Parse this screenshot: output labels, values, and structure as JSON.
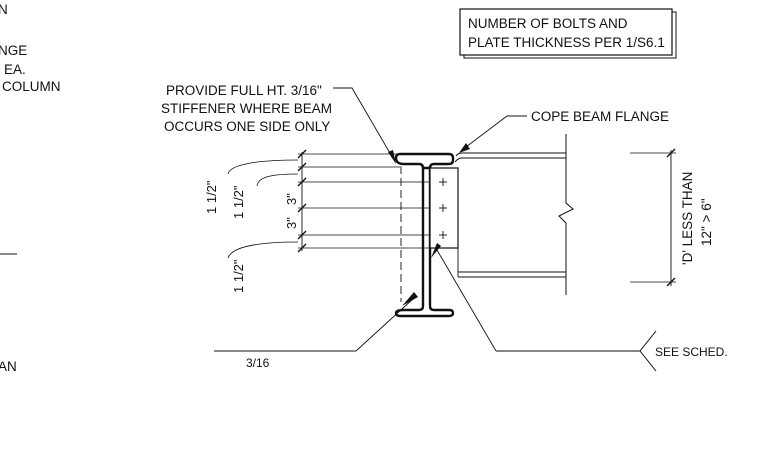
{
  "left_edge_notes": {
    "line1": "N",
    "line2": "NGE",
    "line3": "EA.",
    "line4": "COLUMN",
    "line5": "AN"
  },
  "bolts_note": {
    "line1": "NUMBER OF BOLTS AND",
    "line2": "PLATE THICKNESS PER 1/S6.1"
  },
  "stiffener_note": {
    "line1": "PROVIDE FULL HT. 3/16\"",
    "line2": "STIFFENER WHERE BEAM",
    "line3": "OCCURS ONE SIDE ONLY"
  },
  "cope_note": "COPE BEAM FLANGE",
  "depth_note": {
    "line1": "'D' LESS THAN",
    "line2": "12\" > 6\""
  },
  "dimensions": {
    "edge_top": "1 1/2\"",
    "edge_top_inner": "1 1/2\"",
    "spacing_1": "3\"",
    "spacing_2": "3\"",
    "edge_bottom": "1 1/2\""
  },
  "weld_size": "3/16",
  "weld_tail_note": "SEE SCHED.",
  "colors": {
    "line": "#111111",
    "background": "#ffffff"
  }
}
